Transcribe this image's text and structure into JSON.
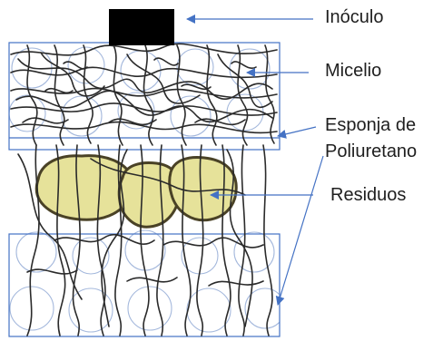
{
  "labels": {
    "inoculo": "Inóculo",
    "micelio": "Micelio",
    "esponja_line1": "Esponja de",
    "esponja_line2": "Poliuretano",
    "residuos": "Residuos"
  },
  "colors": {
    "arrow": "#4472c4",
    "box_stroke": "#4472c4",
    "hyphae": "#2a2a2a",
    "residue_fill": "#e6e29a",
    "residue_stroke": "#4a4226",
    "inoculum": "#000000"
  }
}
